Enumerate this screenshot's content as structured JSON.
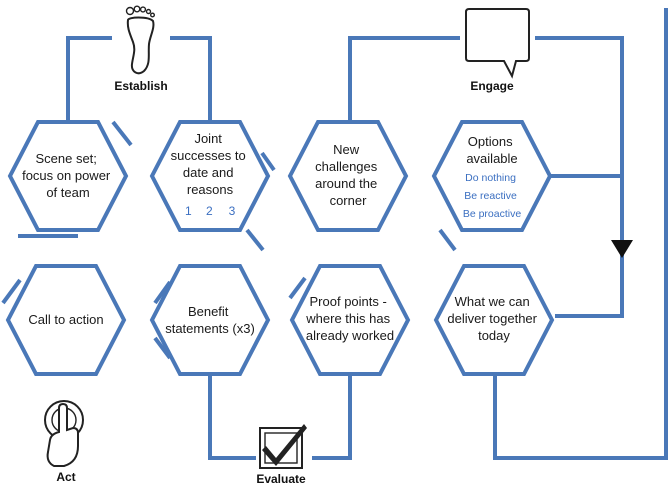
{
  "colors": {
    "line": "#4a78b8",
    "option_text": "#3b6fc1",
    "body_text": "#1a1a1a"
  },
  "stages": {
    "establish": "Establish",
    "engage": "Engage",
    "act": "Act",
    "evaluate": "Evaluate"
  },
  "icons": {
    "establish": "footprint-icon",
    "engage": "speech-bubble-icon",
    "act": "hand-press-button-icon",
    "evaluate": "checkbox-tick-icon",
    "flow_arrow": "down-triangle-arrow-icon"
  },
  "hexagons": {
    "scene_set": [
      "Scene set;",
      "focus on power",
      "of team"
    ],
    "joint_successes": {
      "lines": [
        "Joint",
        "successes to",
        "date and",
        "reasons"
      ],
      "numbers": [
        "1",
        "2",
        "3"
      ]
    },
    "new_challenges": [
      "New",
      "challenges",
      "around the",
      "corner"
    ],
    "options": {
      "lines": [
        "Options",
        "available"
      ],
      "choices": [
        "Do nothing",
        "Be reactive",
        "Be proactive"
      ]
    },
    "call_to_action": [
      "Call to action"
    ],
    "benefit_statements": [
      "Benefit",
      "statements (x3)"
    ],
    "proof_points": [
      "Proof points -",
      "where this has",
      "already worked"
    ],
    "deliver_together": [
      "What we can",
      "deliver together",
      "today"
    ]
  }
}
